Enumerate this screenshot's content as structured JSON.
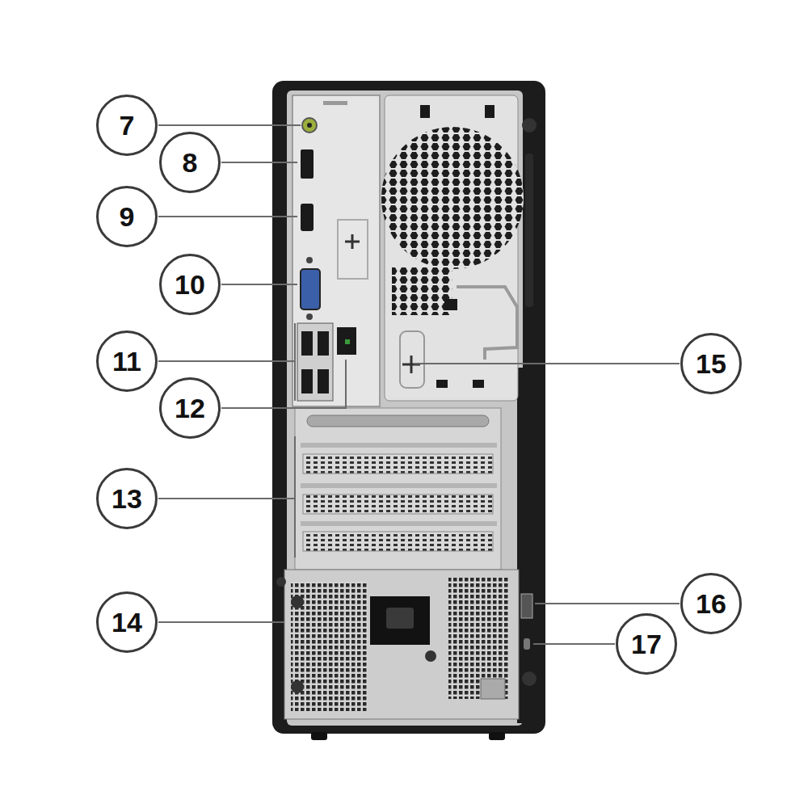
{
  "diagram": {
    "nodes": [
      {
        "text": [
          "7"
        ]
      },
      {
        "text": [
          "8"
        ]
      },
      {
        "text": [
          "9"
        ]
      },
      {
        "text": [
          "10"
        ]
      },
      {
        "text": [
          "11"
        ]
      },
      {
        "text": [
          "12"
        ]
      },
      {
        "text": [
          "13"
        ]
      },
      {
        "text": [
          "14"
        ]
      },
      {
        "text": [
          "15"
        ]
      },
      {
        "text": [
          "16"
        ]
      },
      {
        "text": [
          "17"
        ]
      }
    ]
  }
}
